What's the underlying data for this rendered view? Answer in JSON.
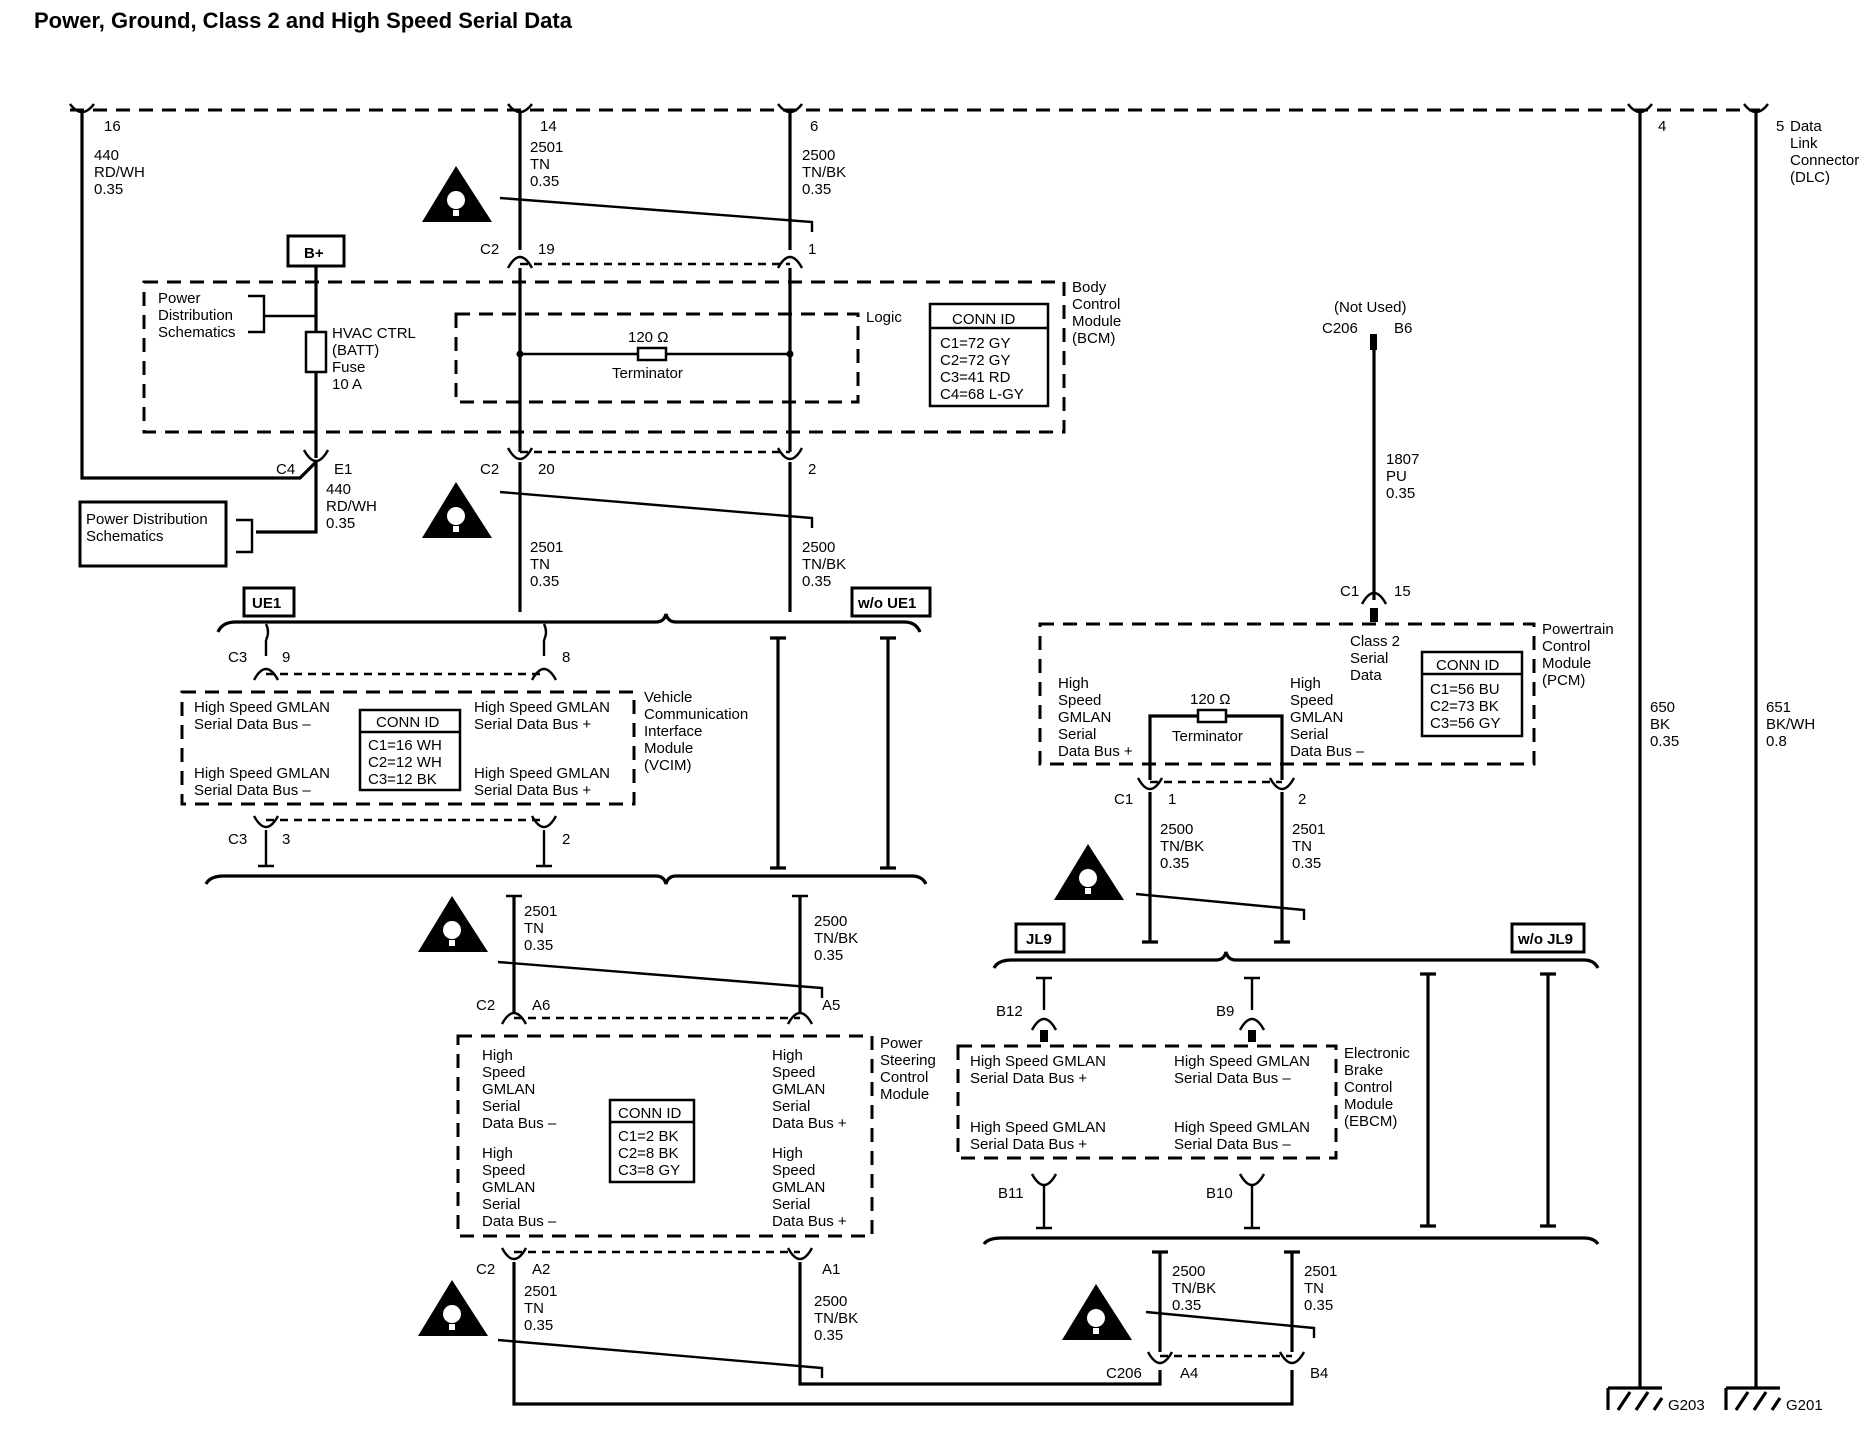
{
  "title": "Power, Ground, Class 2 and High Speed Serial Data",
  "dlc": {
    "pins": [
      "16",
      "14",
      "6",
      "4",
      "5"
    ],
    "label": [
      "Data",
      "Link",
      "Connector",
      "(DLC)"
    ]
  },
  "wires": {
    "w440_top": [
      "440",
      "RD/WH",
      "0.35"
    ],
    "w2501_top": [
      "2501",
      "TN",
      "0.35"
    ],
    "w2500_top": [
      "2500",
      "TN/BK",
      "0.35"
    ],
    "w440_e1": [
      "440",
      "RD/WH",
      "0.35"
    ],
    "w2501_bcm_bot": [
      "2501",
      "TN",
      "0.35"
    ],
    "w2500_bcm_bot": [
      "2500",
      "TN/BK",
      "0.35"
    ],
    "w1807": [
      "1807",
      "PU",
      "0.35"
    ],
    "w650": [
      "650",
      "BK",
      "0.35"
    ],
    "w651": [
      "651",
      "BK/WH",
      "0.8"
    ],
    "w2501_pscm_top": [
      "2501",
      "TN",
      "0.35"
    ],
    "w2500_pscm_top": [
      "2500",
      "TN/BK",
      "0.35"
    ],
    "w2501_pscm_bot": [
      "2501",
      "TN",
      "0.35"
    ],
    "w2500_pscm_bot": [
      "2500",
      "TN/BK",
      "0.35"
    ],
    "w2500_pcm": [
      "2500",
      "TN/BK",
      "0.35"
    ],
    "w2501_pcm": [
      "2501",
      "TN",
      "0.35"
    ],
    "w2500_ebcm": [
      "2500",
      "TN/BK",
      "0.35"
    ],
    "w2501_ebcm": [
      "2501",
      "TN",
      "0.35"
    ]
  },
  "connectors": {
    "bcm_c2_top": [
      "C2",
      "19",
      "1"
    ],
    "bcm_c2_bot": [
      "C2",
      "20",
      "2"
    ],
    "bcm_c4": [
      "C4",
      "E1"
    ],
    "vcim_c3_top": [
      "C3",
      "9",
      "8"
    ],
    "vcim_c3_bot": [
      "C3",
      "3",
      "2"
    ],
    "pscm_top": [
      "C2",
      "A6",
      "A5"
    ],
    "pscm_bot": [
      "C2",
      "A2",
      "A1"
    ],
    "pcm_c1_top": [
      "C1",
      "15"
    ],
    "pcm_c1_bot": [
      "C1",
      "1",
      "2"
    ],
    "c206_notused": [
      "(Not Used)",
      "C206",
      "B6"
    ],
    "ebcm_top": [
      "B12",
      "B9"
    ],
    "ebcm_bot": [
      "B11",
      "B10"
    ],
    "c206_bottom": [
      "C206",
      "A4",
      "B4"
    ]
  },
  "bplus": "B+",
  "power_dist_1": [
    "Power",
    "Distribution",
    "Schematics"
  ],
  "power_dist_2": [
    "Power Distribution",
    "Schematics"
  ],
  "fuse": [
    "HVAC CTRL",
    "(BATT)",
    "Fuse",
    "10 A"
  ],
  "bcm": {
    "name": [
      "Body",
      "Control",
      "Module",
      "(BCM)"
    ],
    "logic": "Logic",
    "terminator_value": "120 Ω",
    "terminator": "Terminator",
    "conn_id_title": "CONN ID",
    "conn_id": [
      "C1=72 GY",
      "C2=72 GY",
      "C3=41 RD",
      "C4=68 L-GY"
    ]
  },
  "options": {
    "ue1": "UE1",
    "wo_ue1": "w/o UE1",
    "jl9": "JL9",
    "wo_jl9": "w/o JL9"
  },
  "vcim": {
    "name": [
      "Vehicle",
      "Communication",
      "Interface",
      "Module",
      "(VCIM)"
    ],
    "tl": [
      "High Speed GMLAN",
      "Serial Data Bus –"
    ],
    "tr": [
      "High Speed GMLAN",
      "Serial Data Bus +"
    ],
    "bl": [
      "High Speed GMLAN",
      "Serial Data Bus –"
    ],
    "br": [
      "High Speed GMLAN",
      "Serial Data Bus +"
    ],
    "conn_id_title": "CONN ID",
    "conn_id": [
      "C1=16 WH",
      "C2=12 WH",
      "C3=12 BK"
    ]
  },
  "pscm": {
    "name": [
      "Power",
      "Steering",
      "Control",
      "Module"
    ],
    "tl": [
      "High",
      "Speed",
      "GMLAN",
      "Serial",
      "Data Bus –"
    ],
    "tr": [
      "High",
      "Speed",
      "GMLAN",
      "Serial",
      "Data Bus +"
    ],
    "bl": [
      "High",
      "Speed",
      "GMLAN",
      "Serial",
      "Data Bus –"
    ],
    "br": [
      "High",
      "Speed",
      "GMLAN",
      "Serial",
      "Data Bus +"
    ],
    "conn_id_title": "CONN ID",
    "conn_id": [
      "C1=2 BK",
      "C2=8 BK",
      "C3=8 GY"
    ]
  },
  "pcm": {
    "name": [
      "Powertrain",
      "Control",
      "Module",
      "(PCM)"
    ],
    "class2": [
      "Class 2",
      "Serial",
      "Data"
    ],
    "left": [
      "High",
      "Speed",
      "GMLAN",
      "Serial",
      "Data Bus +"
    ],
    "right": [
      "High",
      "Speed",
      "GMLAN",
      "Serial",
      "Data Bus –"
    ],
    "terminator_value": "120 Ω",
    "terminator": "Terminator",
    "conn_id_title": "CONN ID",
    "conn_id": [
      "C1=56 BU",
      "C2=73 BK",
      "C3=56 GY"
    ]
  },
  "ebcm": {
    "name": [
      "Electronic",
      "Brake",
      "Control",
      "Module",
      "(EBCM)"
    ],
    "tl": [
      "High Speed GMLAN",
      "Serial Data Bus +"
    ],
    "tr": [
      "High Speed GMLAN",
      "Serial Data Bus –"
    ],
    "bl": [
      "High Speed GMLAN",
      "Serial Data Bus +"
    ],
    "br": [
      "High Speed GMLAN",
      "Serial Data Bus –"
    ]
  },
  "grounds": [
    "G203",
    "G201"
  ],
  "warning_icon": "caution-triangle-icon",
  "ground_icon": "ground-symbol-icon"
}
